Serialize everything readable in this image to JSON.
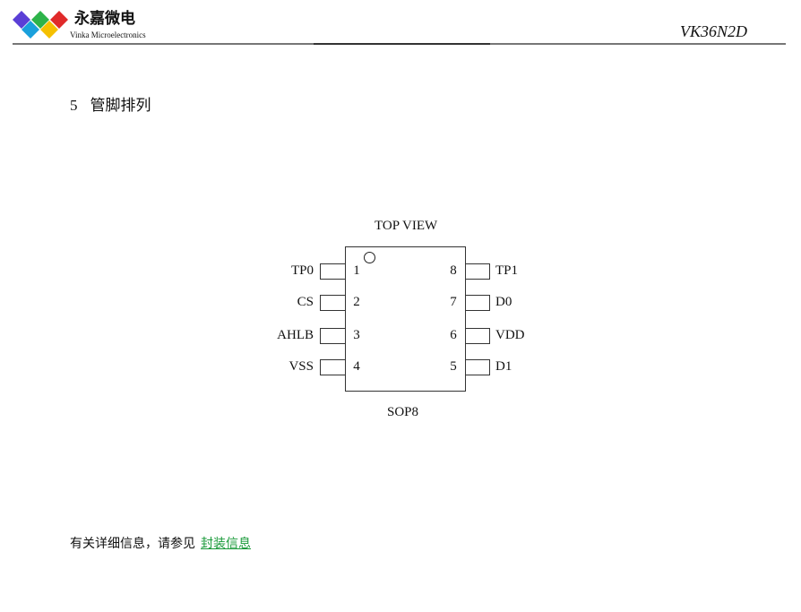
{
  "header": {
    "logo_cn": "永嘉微电",
    "logo_en": "Vinka Microelectronics",
    "doc_id": "VK36N2D",
    "logo_colors": [
      "#5a3fd6",
      "#2db34a",
      "#e02a2a",
      "#1aa0dc",
      "#f5c000"
    ]
  },
  "section": {
    "number": "5",
    "title": "管脚排列"
  },
  "diagram": {
    "top_label": "TOP VIEW",
    "package": "SOP8",
    "left_pins": [
      {
        "num": "1",
        "name": "TP0"
      },
      {
        "num": "2",
        "name": "CS"
      },
      {
        "num": "3",
        "name": "AHLB"
      },
      {
        "num": "4",
        "name": "VSS"
      }
    ],
    "right_pins": [
      {
        "num": "8",
        "name": "TP1"
      },
      {
        "num": "7",
        "name": "D0"
      },
      {
        "num": "6",
        "name": "VDD"
      },
      {
        "num": "5",
        "name": "D1"
      }
    ]
  },
  "footer": {
    "text": "有关详细信息，请参见",
    "link": "封装信息"
  }
}
